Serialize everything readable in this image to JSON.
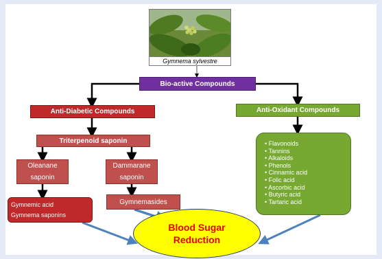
{
  "caption": "Gymnema sylvestre",
  "bioactive": "Bio-active Compounds",
  "anti_diabetic": "Anti-Diabetic Compounds",
  "anti_oxidant": "Anti-Oxidant Compounds",
  "triterpenoid": "Triterpenoid saponin",
  "oleanane": [
    "Oleanane",
    "saponin"
  ],
  "dammarane": [
    "Dammarane",
    "saponin"
  ],
  "gymnemic": [
    "Gymnemic acid",
    "Gymnema saponins"
  ],
  "gymnemasides": "Gymnemasides",
  "result": [
    "Blood Sugar",
    "Reduction"
  ],
  "antioxidants": [
    "Flavonoids",
    "Tannins",
    "Alkaloids",
    "Phenols",
    "Cinnamic acid",
    "Folic acid",
    "Ascorbic acid",
    "Butyric acid",
    "Tartaric acid"
  ],
  "colors": {
    "purple": "#7030a0",
    "red": "#c0292a",
    "green": "#76a832",
    "arrow_blue": "#4f81bd",
    "oval_yellow": "#ffff00",
    "oval_text": "#e8000d"
  }
}
